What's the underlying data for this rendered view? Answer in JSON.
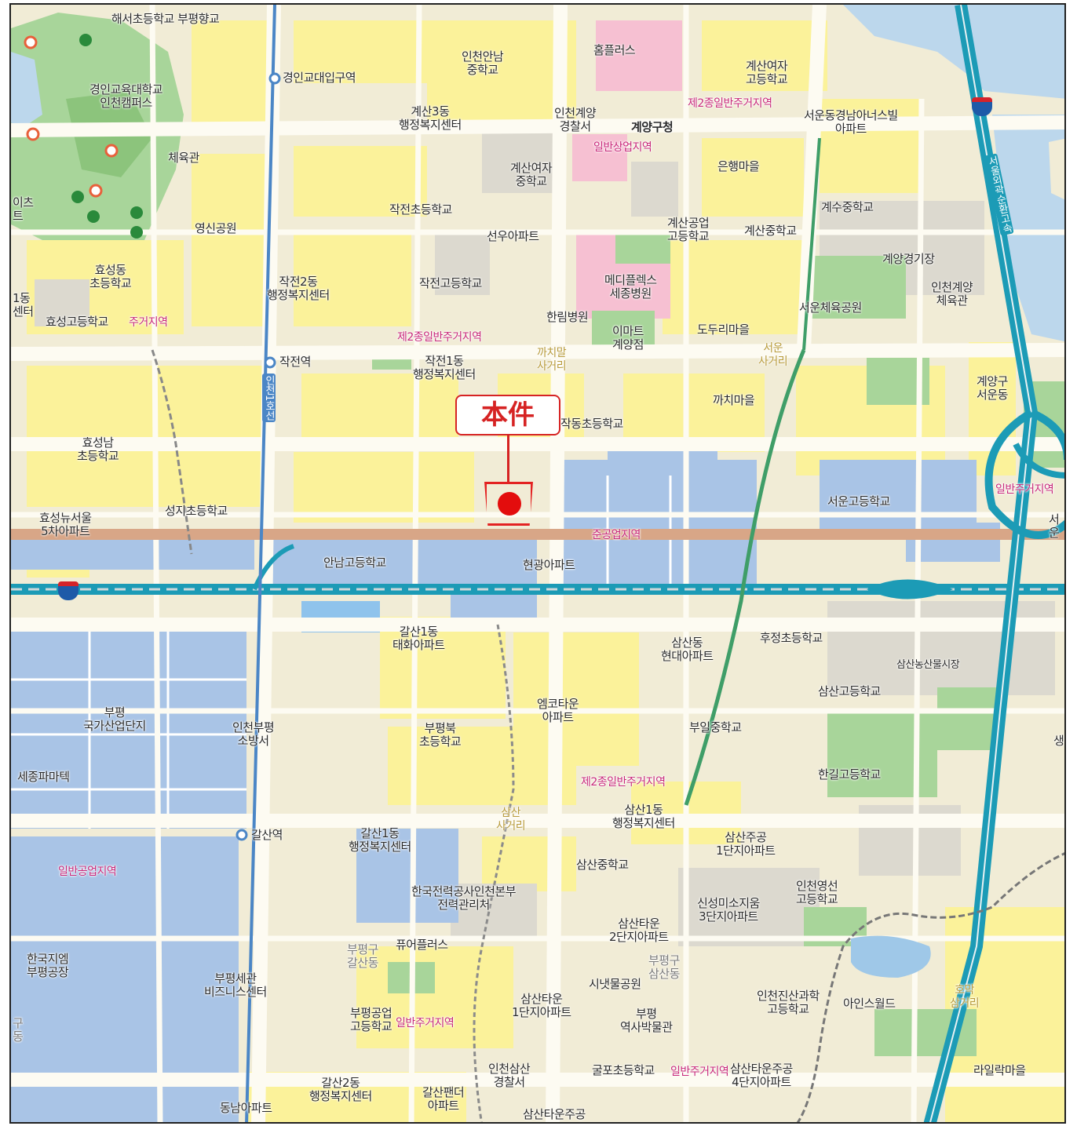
{
  "map": {
    "labels": {
      "haeseo": "해서초등학교 부평향교",
      "gyeongin_station": "경인교대입구역",
      "gyeongin_univ": "경인교육대학교\n인천캠퍼스",
      "gymnasium": "체육관",
      "yeongsin_park": "영신공원",
      "hyoseong_elem": "효성동\n초등학교",
      "hyoseong_high": "효성고등학교",
      "hyoseong_1dong": "1동\n센터",
      "park_left": "이츠\n트",
      "jakjeon_station": "작전역",
      "jakjeon2dong": "작전2동\n행정복지센터",
      "jakjeon_elem": "작전초등학교",
      "jakjeon_high": "작전고등학교",
      "jakjeon1dong": "작전1동\n행정복지센터",
      "gyesan3dong": "계산3동\n행정복지센터",
      "incheon_annam_mid": "인천안남\n중학교",
      "homeplus": "홈플러스",
      "gyesan_girls_mid": "계산여자\n중학교",
      "seonwoo_apt": "선우아파트",
      "incheon_police": "인천계양\n경찰서",
      "gyeyang_office": "계양구청",
      "gyesan_girls_high": "계산여자\n고등학교",
      "seoun_apt": "서운동경남아너스빌\n아파트",
      "eunhaeng": "은행마을",
      "gyesan_tech_high": "계산공업\n고등학교",
      "gyesan_mid": "계산중학교",
      "gyesu_mid": "계수중학교",
      "gyeyang_stadium": "계양경기장",
      "incheon_gyeyang_gym": "인천계양\n체육관",
      "seoun_sports": "서운체육공원",
      "medi_hospital": "메디플렉스\n세종병원",
      "hallym": "한림병원",
      "emart": "이마트\n계양점",
      "doduri": "도두리마을",
      "kkachi_junction": "까치말\n사거리",
      "seoun_junction": "서운\n사거리",
      "kkachi_village": "까치마을",
      "gyeyang_seoun": "계양구\n서운동",
      "jakdong_elem": "작동초등학교",
      "seoun_high": "서운고등학교",
      "hyoseongnam_elem": "효성남\n초등학교",
      "hyoseong_apt": "효성뉴서울\n5차아파트",
      "seongji_elem": "성지초등학교",
      "annam_high": "안남고등학교",
      "hyungwang_apt": "현광아파트",
      "galsan1_apt": "갈산1동\n태화아파트",
      "samsan_hyundai": "삼산동\n현대아파트",
      "hugyeong_elem": "후정초등학교",
      "samsan_market": "삼산농산물시장",
      "samsan_high": "삼산고등학교",
      "bupyeong_industrial": "부평\n국가산업단지",
      "bupyeong_fire": "인천부평\n소방서",
      "mcotown": "엠코타운\n아파트",
      "bupyeongbuk_elem": "부평북\n초등학교",
      "buil_mid": "부일중학교",
      "sejong_pharma": "세종파마텍",
      "hangil_high": "한길고등학교",
      "galsan_station": "갈산역",
      "galsan1dong": "갈산1동\n행정복지센터",
      "samsan1dong": "삼산1동\n행정복지센터",
      "samsan_junction": "삼산\n사거리",
      "samsan_jugong1": "삼산주공\n1단지아파트",
      "samsan_mid": "삼산중학교",
      "kepco": "한국전력공사인천본부\n전력관리처",
      "incheon_yeongseon": "인천영선\n고등학교",
      "shinseong": "신성미소지움\n3단지아파트",
      "samsan_town2": "삼산타운\n2단지아파트",
      "korea_salt": "한국지엠\n부평공장",
      "bupyeong_customs": "부평세관\n비즈니스센터",
      "bupyeonggu_galsan": "부평구\n갈산동",
      "future_plus": "퓨어플러스",
      "bupyeong_tech_high": "부평공업\n고등학교",
      "samsan_town1": "삼산타운\n1단지아파트",
      "sijang_park": "시냇물공원",
      "bupyeonggu_samsan": "부평구\n삼산동",
      "bupyeong_museum": "부평\n역사박물관",
      "incheon_jinsan": "인천진산과학\n고등학교",
      "ainsworld": "아인스월드",
      "galsan2dong": "갈산2동\n행정복지센터",
      "dongnam_apt": "동남아파트",
      "galsan_pender": "갈산팬더\n아파트",
      "incheon_samsan_police": "인천삼산\n경찰서",
      "gulpo_elem": "굴포초등학교",
      "samsan_town4": "삼산타운주공\n4단지아파트",
      "samsan_town_jugong": "삼산타운주공",
      "railak": "라일락마을",
      "gu_dong": "구\n동",
      "seo_right": "서\n운",
      "saeng": "생",
      "samgeori_right": "호막\n삼거리"
    },
    "zones": {
      "zone_res2_top": "제2종일반주거지역",
      "zone_commercial": "일반상업지역",
      "zone_res2_mid": "제2종일반주거지역",
      "zone_res_left": "주거지역",
      "zone_semi_industrial": "준공업지역",
      "zone_res_right": "일반주거지역",
      "zone_res2_lower": "제2종일반주거지역",
      "zone_general_industrial": "일반공업지역",
      "zone_res_bottom1": "일반주거지역",
      "zone_res_bottom2": "일반주거지역"
    },
    "roads": {
      "line_name_1": "인천1호선",
      "expressway": "서울외곽순환고속"
    },
    "marker": {
      "label": "本件"
    },
    "colors": {
      "residential": "#fbf29a",
      "background": "#f4eecf",
      "industrial": "#a9c4e6",
      "park": "#a8d59a",
      "water": "#bcd7ec",
      "road": "#fdfbf2",
      "highway": "#1c9bb6",
      "commercial": "#f6c0d2",
      "marker": "#e30d0d"
    }
  }
}
